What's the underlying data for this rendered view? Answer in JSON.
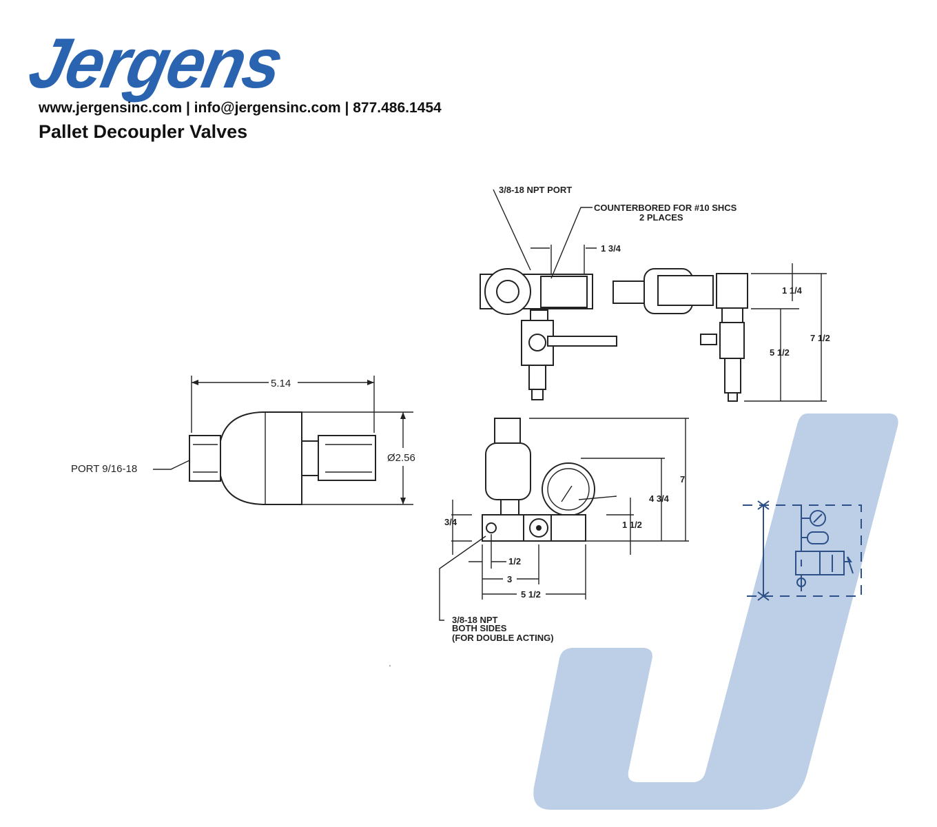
{
  "header": {
    "logo_text": "Jergens",
    "contact": "www.jergensinc.com | info@jergensinc.com | 877.486.1454",
    "title": "Pallet Decoupler Valves"
  },
  "accumulator": {
    "length": "5.14",
    "diameter": "Ø2.56",
    "port": "PORT 9/16-18"
  },
  "top_views": {
    "npt_port": "3/8-18 NPT PORT",
    "counterbored": "COUNTERBORED FOR #10 SHCS",
    "places": "2 PLACES",
    "dim_1_3_4": "1 3/4",
    "dim_1_1_4": "1 1/4",
    "dim_5_1_2": "5 1/2",
    "dim_7_1_2": "7 1/2"
  },
  "front_view": {
    "dim_7": "7",
    "dim_4_3_4": "4 3/4",
    "dim_1_1_2": "1 1/2",
    "dim_3_4": "3/4",
    "dim_1_2": "1/2",
    "dim_3": "3",
    "dim_5_1_2": "5 1/2",
    "note_line1": "3/8-18 NPT",
    "note_line2": "BOTH SIDES",
    "note_line3": "(FOR DOUBLE ACTING)"
  },
  "colors": {
    "brand": "#2a64b0",
    "watermark": "#bccfe6",
    "schematic": "#2b4f86"
  }
}
